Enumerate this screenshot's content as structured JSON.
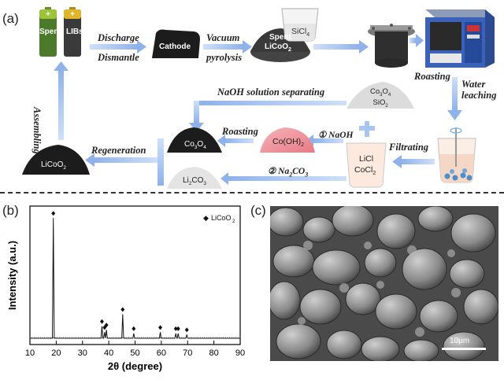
{
  "panels": {
    "a": "(a)",
    "b": "(b)",
    "c": "(c)"
  },
  "flow": {
    "battery_left": "Spent",
    "battery_right": "LIBs",
    "discharge": "Discharge",
    "dismantle": "Dismantle",
    "cathode": "Cathode",
    "vacuum": "Vacuum",
    "pyrolysis": "pyrolysis",
    "spent": "Spent",
    "licoo2_top_base": "LiCoO",
    "licoo2_top_sub": "2",
    "sicl_base": "SiCl",
    "sicl_sub": "4",
    "roasting_top": "Roasting",
    "water": "Water",
    "leaching": "leaching",
    "naoh_sep": "NaOH solution  separating",
    "co3o4_sio2_a_base": "Co",
    "co3o4_sio2_a_sub1": "3",
    "co3o4_sio2_a_mid": "O",
    "co3o4_sio2_a_sub2": "4",
    "co3o4_sio2_b_base": "SiO",
    "co3o4_sio2_b_sub": "2",
    "assembling": "Assembling",
    "roasting_mid": "Roasting",
    "coh2_base": "Co(OH)",
    "coh2_sub": "2",
    "step1": "① NaOH",
    "filtrating": "Filtrating",
    "co3o4_base": "Co",
    "co3o4_sub1": "3",
    "co3o4_mid": "O",
    "co3o4_sub2": "4",
    "regeneration": "Regeneration",
    "licoo2_regen_base": "LiCoO",
    "licoo2_regen_sub": "2",
    "licl": "LiCl",
    "cocl_base": "CoCl",
    "cocl_sub": "2",
    "li2co3_base": "Li",
    "li2co3_sub1": "2",
    "li2co3_mid": "CO",
    "li2co3_sub2": "3",
    "step2_base": "② Na",
    "step2_sub1": "2",
    "step2_mid": "CO",
    "step2_sub2": "3"
  },
  "chart_data": {
    "type": "line",
    "xlabel": "2θ (degree)",
    "ylabel": "Intensity (a.u.)",
    "xlim": [
      10,
      90
    ],
    "xticks": [
      10,
      20,
      30,
      40,
      50,
      60,
      70,
      80,
      90
    ],
    "legend": {
      "marker": "◆",
      "label_base": "LiCoO",
      "label_sub": "2",
      "placement": "top-right"
    },
    "peaks": [
      {
        "x": 18.9,
        "y": 100
      },
      {
        "x": 37.4,
        "y": 10
      },
      {
        "x": 38.4,
        "y": 5
      },
      {
        "x": 39.1,
        "y": 7
      },
      {
        "x": 45.3,
        "y": 20
      },
      {
        "x": 49.5,
        "y": 4
      },
      {
        "x": 59.6,
        "y": 5
      },
      {
        "x": 65.5,
        "y": 4
      },
      {
        "x": 66.4,
        "y": 4
      },
      {
        "x": 69.7,
        "y": 3
      }
    ],
    "ylim": [
      0,
      110
    ]
  },
  "sem": {
    "scale_label": "10μm"
  },
  "colors": {
    "arrow": "#a9c4ee",
    "arrow_dark": "#7ea6e6",
    "pile_dark": "#1c1c1c",
    "pile_gray": "#444444",
    "pile_light": "#dcdcdc",
    "pile_pink": "#ef8c96"
  }
}
